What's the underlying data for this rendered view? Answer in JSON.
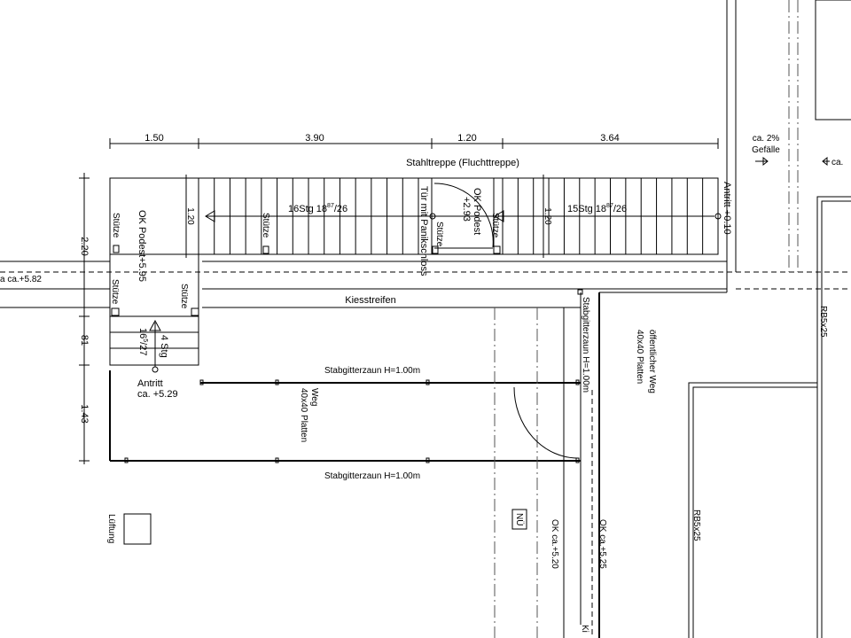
{
  "dimensions": {
    "top": [
      "1.50",
      "3.90",
      "1.20",
      "3.64"
    ],
    "left": [
      "2.20",
      "81",
      "1.43"
    ],
    "stair_width_1": "1.20",
    "stair_width_2": "1.20"
  },
  "labels": {
    "title": "Stahltreppe (Fluchttreppe)",
    "flight1": "16Stg 18",
    "flight1_sup": "87",
    "flight1_ratio": "/26",
    "flight2": "15Stg 18",
    "flight2_sup": "87",
    "flight2_ratio": "/26",
    "door": "Tür mit Panikschloss",
    "door_stuetze": "Stütze",
    "podest_upper": "OK Podest",
    "podest_upper_level": "+2.93",
    "podest_left": "OK Podest+5.95",
    "stuetze": "Stütze",
    "antritt_right": "Antritt +0.10",
    "level_left": "a ca.+5.82",
    "kiesstreifen": "Kiesstreifen",
    "slope": "ca. 2%",
    "slope2": "Gefälle",
    "slope_right": "ca.",
    "small_stair": "4 Stg",
    "small_stair_ratio": "16",
    "small_stair_sup": "5",
    "small_stair_ratio2": "/27",
    "antritt_lower": "Antritt",
    "antritt_lower_level": "ca. +5.29",
    "fence_top": "Stabgitterzaun H=1.00m",
    "fence_bottom": "Stabgitterzaun H=1.00m",
    "fence_vertical": "Stabgitterzaun H=1.00m",
    "weg": "Weg",
    "weg_platten": "40x40 Platten",
    "public_path": "öffentlicher Weg",
    "public_path_platten": "40x40 Platten",
    "rb_upper": "RB5x25",
    "rb_lower": "RB5x25",
    "nue": "NÜ",
    "ok_520": "OK ca.+5.20",
    "ok_525": "OK ca.+5.25",
    "lueftung": "Lüftung",
    "ki": "Ki"
  }
}
